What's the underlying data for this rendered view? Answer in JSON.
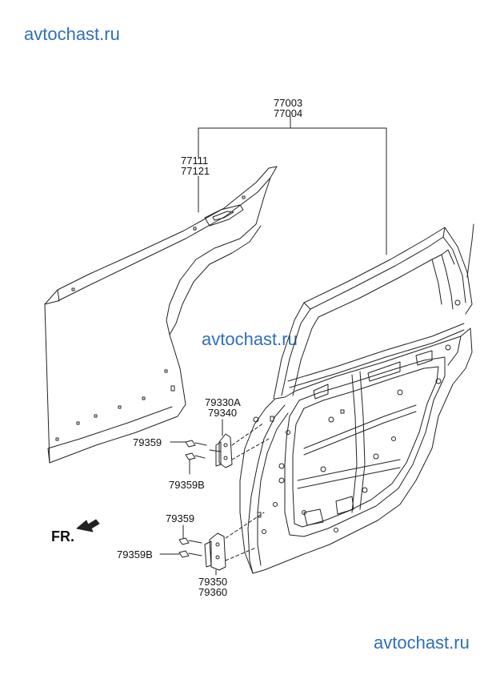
{
  "watermarks": [
    "avtochast.ru",
    "avtochast.ru",
    "avtochast.ru"
  ],
  "parts": {
    "door_assembly": [
      "77003",
      "77004"
    ],
    "outer_panel": [
      "77111",
      "77121"
    ],
    "upper_hinge": [
      "79330A",
      "79340"
    ],
    "upper_bolt": "79359",
    "upper_bolt_b": "79359B",
    "lower_bolt": "79359",
    "lower_bolt_b": "79359B",
    "lower_hinge": [
      "79350",
      "79360"
    ]
  },
  "direction_label": "FR.",
  "colors": {
    "watermark": "#2f6fb9",
    "line": "#222222"
  }
}
